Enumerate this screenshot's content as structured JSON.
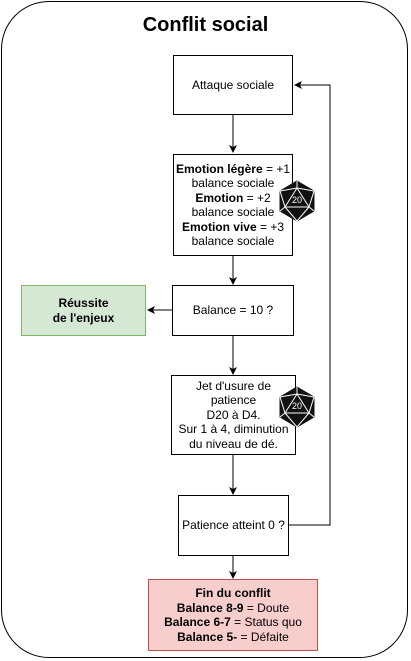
{
  "title": "Conflit social",
  "nodes": {
    "attack": {
      "text": "Attaque sociale"
    },
    "emotion": {
      "lines": [
        {
          "bold": "Emotion légère",
          "rest": " = +1"
        },
        {
          "bold": "",
          "rest": "balance sociale"
        },
        {
          "bold": "Emotion",
          "rest": " = +2"
        },
        {
          "bold": "",
          "rest": "balance sociale"
        },
        {
          "bold": "Emotion vive",
          "rest": " = +3"
        },
        {
          "bold": "",
          "rest": "balance sociale"
        }
      ]
    },
    "balance": {
      "text": "Balance = 10 ?"
    },
    "success": {
      "line1": "Réussite",
      "line2": "de l'enjeux"
    },
    "patience_roll": {
      "lines": [
        "Jet d'usure de",
        "patience",
        "D20 à D4.",
        "Sur 1 à 4, diminution",
        "du niveau de dé."
      ]
    },
    "patience_zero": {
      "text": "Patience atteint 0 ?"
    },
    "end": {
      "title": "Fin du conflit",
      "lines": [
        {
          "bold": "Balance 8-9",
          "rest": " = Doute"
        },
        {
          "bold": "Balance 6-7",
          "rest": " = Status quo"
        },
        {
          "bold": "Balance 5-",
          "rest": " = Défaite"
        }
      ]
    }
  },
  "dice": {
    "label": "20"
  },
  "colors": {
    "success_fill": "#d5e8d4",
    "success_stroke": "#82b366",
    "end_fill": "#f8cecc",
    "end_stroke": "#b85450"
  }
}
